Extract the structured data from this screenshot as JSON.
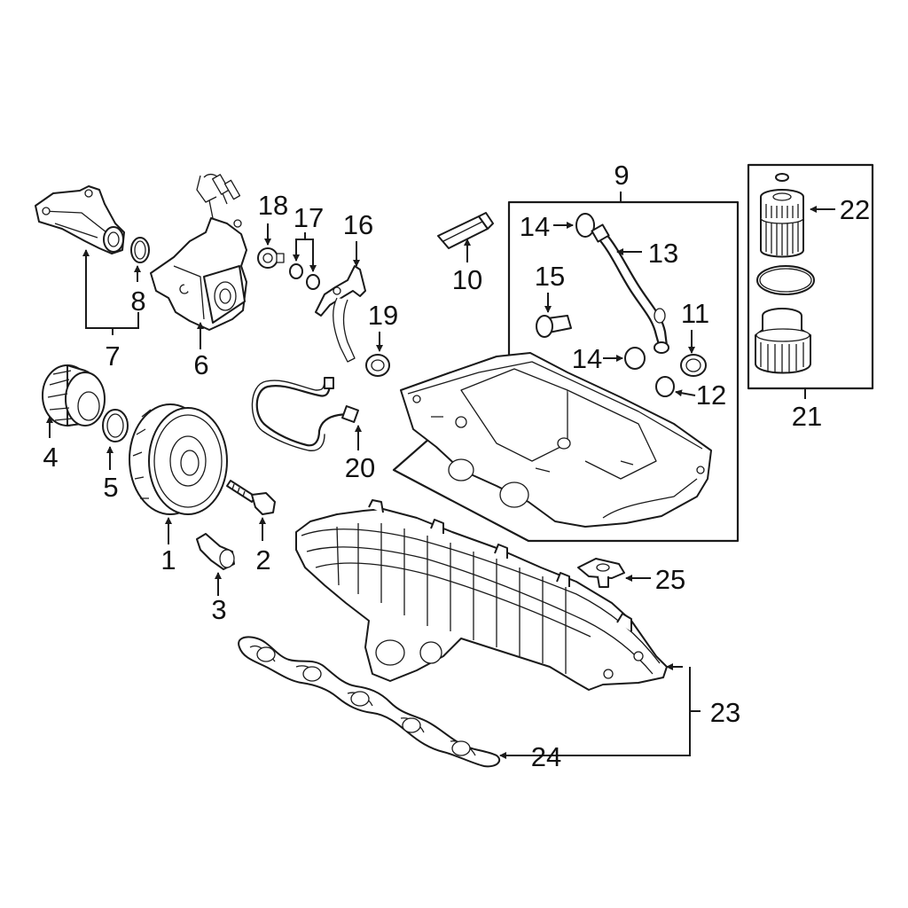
{
  "callouts": {
    "c1": "1",
    "c2": "2",
    "c3": "3",
    "c4": "4",
    "c5": "5",
    "c6": "6",
    "c7": "7",
    "c8": "8",
    "c9": "9",
    "c10": "10",
    "c11": "11",
    "c12": "12",
    "c13": "13",
    "c14a": "14",
    "c14b": "14",
    "c15": "15",
    "c16": "16",
    "c17": "17",
    "c18": "18",
    "c19": "19",
    "c20": "20",
    "c21": "21",
    "c22": "22",
    "c23": "23",
    "c24": "24",
    "c25": "25"
  },
  "colors": {
    "line": "#1a1a1a",
    "paper": "#ffffff"
  }
}
